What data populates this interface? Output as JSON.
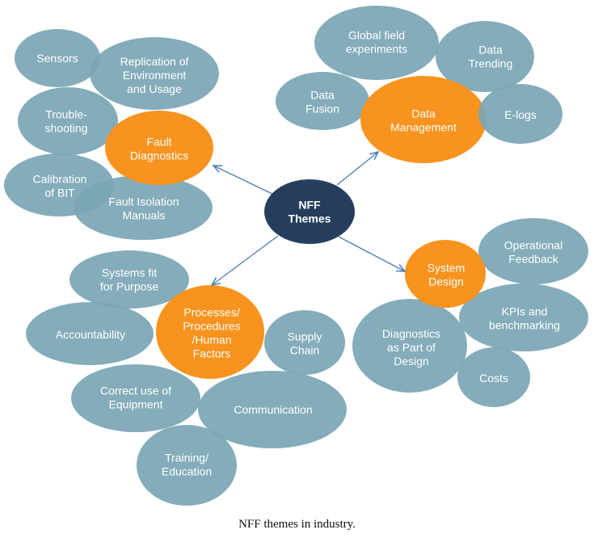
{
  "colors": {
    "teal": "#7aa5b4",
    "orange": "#f7931e",
    "navy": "#263e5e",
    "arrow": "#4f7fb6",
    "text": "#ffffff"
  },
  "center": {
    "label": [
      "NFF",
      "Themes"
    ]
  },
  "themes": {
    "fault_diagnostics": {
      "label": [
        "Fault",
        "Diagnostics"
      ]
    },
    "data_management": {
      "label": [
        "Data",
        "Management"
      ]
    },
    "processes": {
      "label": [
        "Processes/",
        "Procedures",
        "/Human",
        "Factors"
      ]
    },
    "system_design": {
      "label": [
        "System",
        "Design"
      ]
    }
  },
  "topics": {
    "sensors": {
      "label": [
        "Sensors"
      ]
    },
    "replication": {
      "label": [
        "Replication of",
        "Environment",
        "and Usage"
      ]
    },
    "troubleshooting": {
      "label": [
        "Trouble-",
        "shooting"
      ]
    },
    "calibration": {
      "label": [
        "Calibration",
        "of BIT"
      ]
    },
    "fault_isolation": {
      "label": [
        "Fault Isolation",
        "Manuals"
      ]
    },
    "global_field": {
      "label": [
        "Global field",
        "experiments"
      ]
    },
    "data_trending": {
      "label": [
        "Data",
        "Trending"
      ]
    },
    "data_fusion": {
      "label": [
        "Data",
        "Fusion"
      ]
    },
    "elogs": {
      "label": [
        "E-logs"
      ]
    },
    "systems_fit": {
      "label": [
        "Systems fit",
        "for Purpose"
      ]
    },
    "accountability": {
      "label": [
        "Accountability"
      ]
    },
    "supply_chain": {
      "label": [
        "Supply",
        "Chain"
      ]
    },
    "correct_use": {
      "label": [
        "Correct use of",
        "Equipment"
      ]
    },
    "communication": {
      "label": [
        "Communication"
      ]
    },
    "training": {
      "label": [
        "Training/",
        "Education"
      ]
    },
    "operational_feedback": {
      "label": [
        "Operational",
        "Feedback"
      ]
    },
    "kpis": {
      "label": [
        "KPIs and",
        "benchmarking"
      ]
    },
    "diagnostics_design": {
      "label": [
        "Diagnostics",
        "as Part of",
        "Design"
      ]
    },
    "costs": {
      "label": [
        "Costs"
      ]
    }
  },
  "caption": "NFF themes in industry."
}
